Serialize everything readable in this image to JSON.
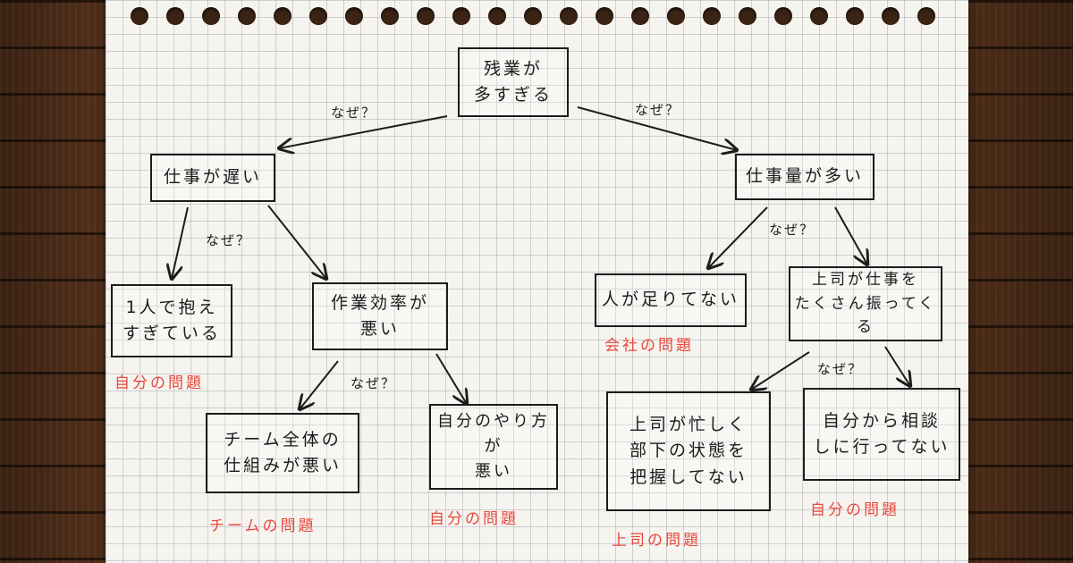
{
  "diagram": {
    "root": {
      "line1": "残業が",
      "line2": "多すぎる"
    },
    "why": "なぜ？",
    "left": {
      "label": "仕事が遅い"
    },
    "right": {
      "label": "仕事量が多い"
    },
    "left_child_1": {
      "line1": "1人で抱え",
      "line2": "すぎている",
      "tag": "自分の問題"
    },
    "left_child_2": {
      "line1": "作業効率が",
      "line2": "悪い"
    },
    "left_child_2_a": {
      "line1": "チーム全体の",
      "line2": "仕組みが悪い",
      "tag": "チームの問題"
    },
    "left_child_2_b": {
      "line1": "自分のやり方が",
      "line2": "悪い",
      "tag": "自分の問題"
    },
    "right_child_1": {
      "label": "人が足りてない",
      "tag": "会社の問題"
    },
    "right_child_2": {
      "line1": "上司が仕事を",
      "line2": "たくさん振ってくる"
    },
    "right_child_2_a": {
      "line1": "上司が忙しく",
      "line2": "部下の状態を",
      "line3": "把握してない",
      "tag": "上司の問題"
    },
    "right_child_2_b": {
      "line1": "自分から相談",
      "line2": "しに行ってない",
      "tag": "自分の問題"
    },
    "tag_color": "#e8473c",
    "ink_color": "#1c1c1c"
  }
}
